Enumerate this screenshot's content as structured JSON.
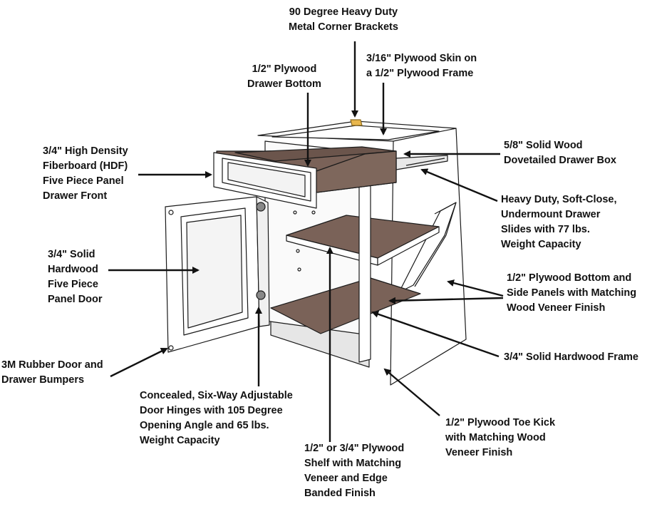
{
  "callouts": {
    "corner_brackets": [
      "90 Degree Heavy Duty",
      "Metal Corner Brackets"
    ],
    "plywood_skin": [
      "3/16\" Plywood Skin on",
      "a 1/2\" Plywood Frame"
    ],
    "drawer_bottom": [
      "1/2\" Plywood",
      "Drawer Bottom"
    ],
    "hdf_front": [
      "3/4\" High Density",
      "Fiberboard (HDF)",
      "Five Piece Panel",
      "Drawer Front"
    ],
    "drawer_box": [
      "5/8\" Solid Wood",
      "Dovetailed Drawer Box"
    ],
    "drawer_slides": [
      "Heavy Duty, Soft-Close,",
      "Undermount Drawer",
      "Slides with 77 lbs.",
      "Weight Capacity"
    ],
    "panel_door": [
      "3/4\" Solid",
      "Hardwood",
      "Five Piece",
      "Panel Door"
    ],
    "bottom_side_panels": [
      "1/2\" Plywood Bottom and",
      "Side Panels with Matching",
      "Wood Veneer Finish"
    ],
    "hardwood_frame": [
      "3/4\" Solid Hardwood Frame"
    ],
    "bumpers": [
      "3M Rubber Door and",
      "Drawer Bumpers"
    ],
    "hinges": [
      "Concealed, Six-Way Adjustable",
      "Door Hinges with 105 Degree",
      "Opening Angle and 65 lbs.",
      "Weight Capacity"
    ],
    "toe_kick": [
      "1/2\" Plywood Toe Kick",
      "with Matching Wood",
      "Veneer Finish"
    ],
    "shelf": [
      "1/2\" or 3/4\" Plywood",
      "Shelf with Matching",
      "Veneer and Edge",
      "Banded Finish"
    ]
  },
  "colors": {
    "line": "#1a1a1a",
    "panel": "#ffffff",
    "plywood": "#7a6258",
    "bracket": "#e8b64c"
  }
}
